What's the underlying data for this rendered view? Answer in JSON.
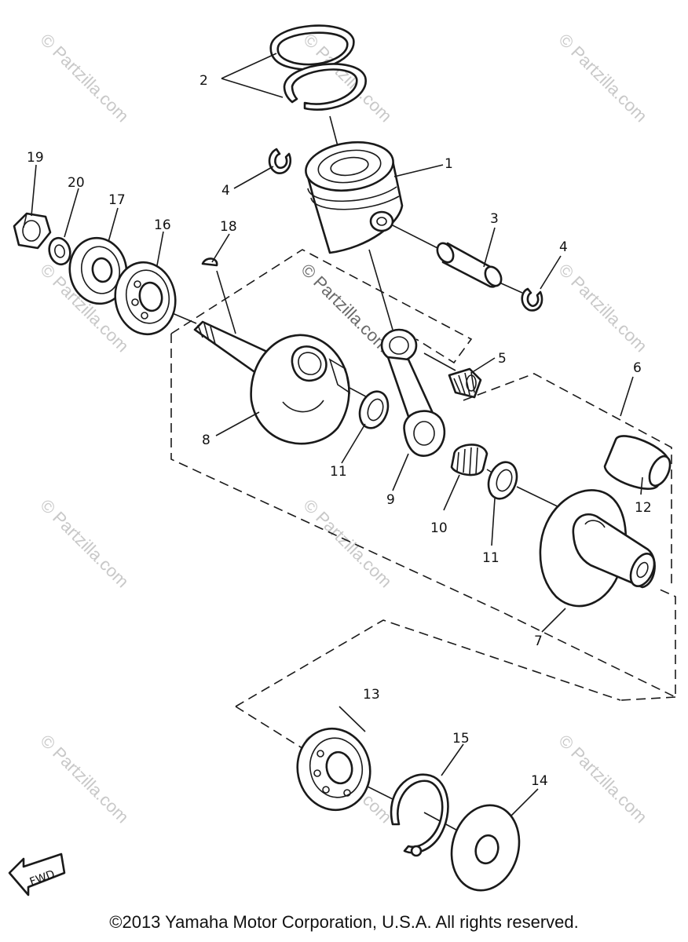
{
  "watermarks": {
    "repeat": "© Partzilla.com",
    "center": "© Partzilla.com"
  },
  "callouts": {
    "c1": "1",
    "c2": "2",
    "c3": "3",
    "c4a": "4",
    "c4b": "4",
    "c5": "5",
    "c6": "6",
    "c7": "7",
    "c8": "8",
    "c9": "9",
    "c10": "10",
    "c11a": "11",
    "c11b": "11",
    "c12": "12",
    "c13": "13",
    "c14": "14",
    "c15": "15",
    "c16": "16",
    "c17": "17",
    "c18": "18",
    "c19": "19",
    "c20": "20"
  },
  "fwd_label": "FWD",
  "copyright": "©2013 Yamaha Motor Corporation, U.S.A. All rights reserved."
}
